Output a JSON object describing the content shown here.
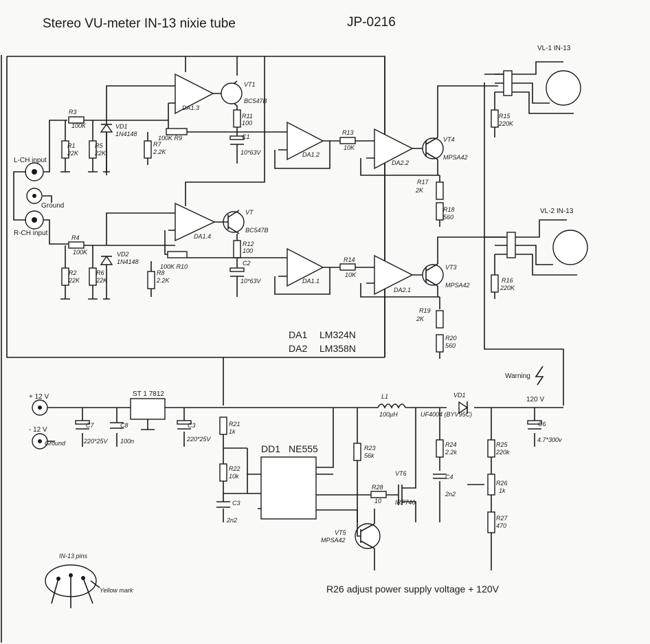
{
  "header": {
    "title": "Stereo VU-meter IN-13 nixie tube",
    "code": "JP-0216"
  },
  "notes": {
    "ic1": "DA1",
    "ic1_part": "LM324N",
    "ic2": "DA2",
    "ic2_part": "LM358N",
    "adjust": "R26 adjust power supply voltage + 120V",
    "warning": "Warning"
  },
  "inputs": {
    "lch": "L-CH input",
    "rch": "R-CH input",
    "ground": "Ground",
    "p12": "+ 12 V",
    "m12": "- 12 V",
    "ground2": "Ground",
    "hv": "120 V"
  },
  "tubes": {
    "vl1": "VL-1  IN-13",
    "vl2": "VL-2  IN-13",
    "pins_title": "IN-13 pins",
    "yellow": "Yellow mark"
  },
  "components": {
    "R1": [
      "R1",
      "22K"
    ],
    "R2": [
      "R2",
      "22K"
    ],
    "R3": [
      "R3",
      "100K"
    ],
    "R4": [
      "R4",
      "100K"
    ],
    "R5": [
      "R5",
      "22K"
    ],
    "R6": [
      "R6",
      "22K"
    ],
    "R7": [
      "R7",
      "2.2K"
    ],
    "R8": [
      "R8",
      "2.2K"
    ],
    "R9": [
      "100K R9"
    ],
    "R10": [
      "100K R10"
    ],
    "R11": [
      "R11",
      "100"
    ],
    "R12": [
      "R12",
      "100"
    ],
    "R13": [
      "R13",
      "10K"
    ],
    "R14": [
      "R14",
      "10K"
    ],
    "R15": [
      "R15",
      "220K"
    ],
    "R16": [
      "R16",
      "220K"
    ],
    "R17": [
      "R17",
      "2K"
    ],
    "R18": [
      "R18",
      "560"
    ],
    "R19": [
      "R19",
      "2K"
    ],
    "R20": [
      "R20",
      "560"
    ],
    "R21": [
      "R21",
      "1k"
    ],
    "R22": [
      "R22",
      "10k"
    ],
    "R23": [
      "R23",
      "56k"
    ],
    "R24": [
      "R24",
      "2.2k"
    ],
    "R25": [
      "R25",
      "220k"
    ],
    "R26": [
      "R26",
      "1k"
    ],
    "R27": [
      "R27",
      "470"
    ],
    "R28": [
      "R28",
      "10"
    ],
    "C1": [
      "C1",
      "10*63V"
    ],
    "C2": [
      "C2",
      "10*63V"
    ],
    "C3": [
      "C3",
      "220*25V"
    ],
    "C3b": [
      "C3",
      "2n2"
    ],
    "C4": [
      "C4",
      "2n2"
    ],
    "C6": [
      "C6",
      "4.7*300v"
    ],
    "C7": [
      "C7",
      "220*25V"
    ],
    "C8": [
      "C8",
      "100n"
    ],
    "VD1": [
      "VD1",
      "1N4148"
    ],
    "VD2": [
      "VD2",
      "1N4148"
    ],
    "VD1hv": [
      "VD1",
      "UF4004 (BYV95C)"
    ],
    "VT1": [
      "VT1",
      "BC547B"
    ],
    "VT2": [
      "VT",
      "BC547B"
    ],
    "VT3": [
      "VT3",
      "MPSA42"
    ],
    "VT4": [
      "VT4",
      "MPSA42"
    ],
    "VT5": [
      "VT5",
      "MPSA42"
    ],
    "VT6": [
      "VT6",
      "IRF740"
    ],
    "L1": [
      "L1",
      "100µH"
    ],
    "ST1": [
      "ST 1  7812"
    ],
    "DD1": [
      "DD1",
      "NE555"
    ],
    "DA13": "DA1.3",
    "DA12": "DA1.2",
    "DA14": "DA1.4",
    "DA11": "DA1.1",
    "DA22": "DA2.2",
    "DA21": "DA2.1"
  }
}
